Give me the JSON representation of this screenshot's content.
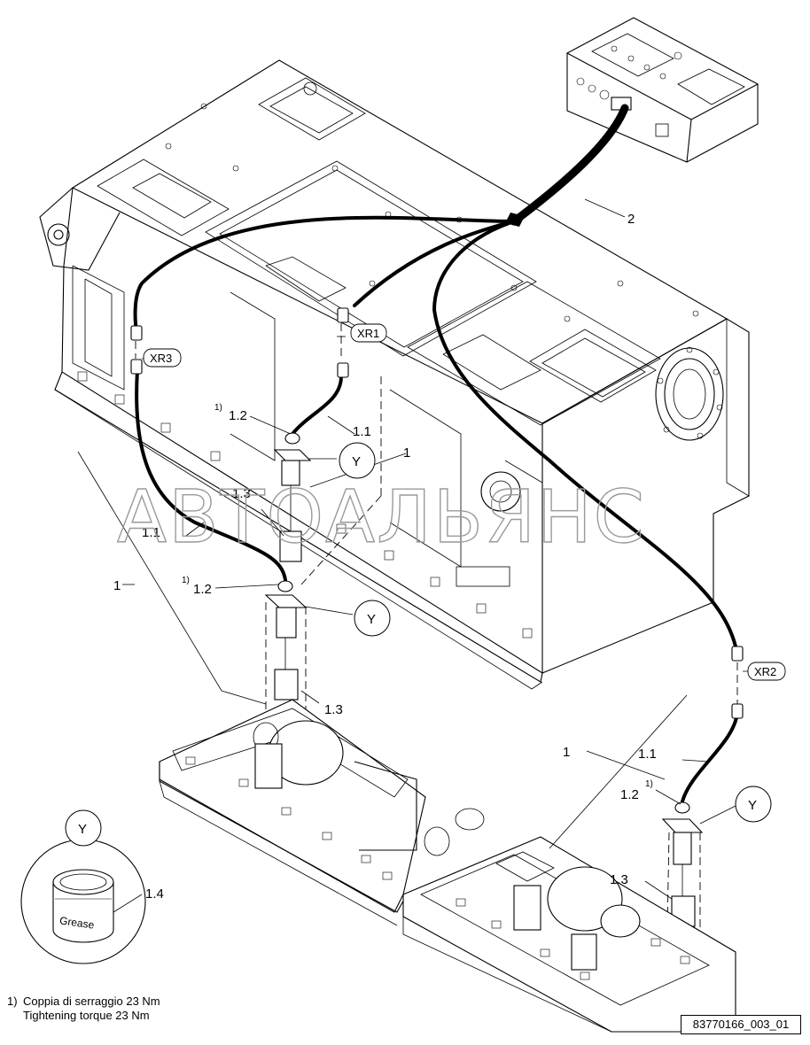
{
  "watermark": "АВТОАЛЬЯНС",
  "callouts": {
    "y_detail": "Y",
    "item_1": "1",
    "item_1_1": "1.1",
    "item_1_2": "1.2",
    "item_1_3": "1.3",
    "item_1_4": "1.4",
    "item_2": "2",
    "footnote_mark": "1)"
  },
  "connector_tags": [
    "XR1",
    "XR2",
    "XR3"
  ],
  "grease_label": "Grease",
  "footnote": {
    "mark": "1)",
    "line_it": "Coppia di serraggio 23 Nm",
    "line_en": "Tightening torque 23 Nm"
  },
  "drawing_number": "83770166_003_01"
}
